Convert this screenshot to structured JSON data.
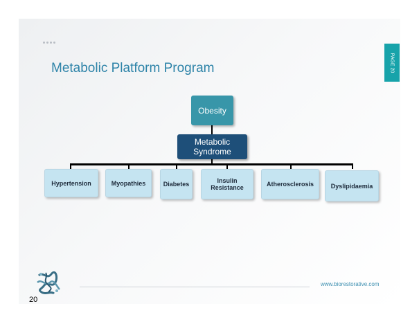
{
  "slide": {
    "title": "Metabolic Platform Program",
    "page_tab": "PAGE 20",
    "url": "www.biorestorative.com",
    "page_number": "20"
  },
  "diagram": {
    "root": "Obesity",
    "middle": "Metabolic Syndrome",
    "leaves": [
      "Hypertension",
      "Myopathies",
      "Diabetes",
      "Insulin Resistance",
      "Atherosclerosis",
      "Dyslipidaemia"
    ]
  },
  "colors": {
    "title": "#2d83a8",
    "page_tab": "#17a3aa",
    "root_box": "#3896a9",
    "middle_box": "#1e4f79",
    "leaf_box": "#c5e4f1",
    "url": "#3d8fb0"
  },
  "icons": {
    "logo": "protein-structure-icon"
  }
}
